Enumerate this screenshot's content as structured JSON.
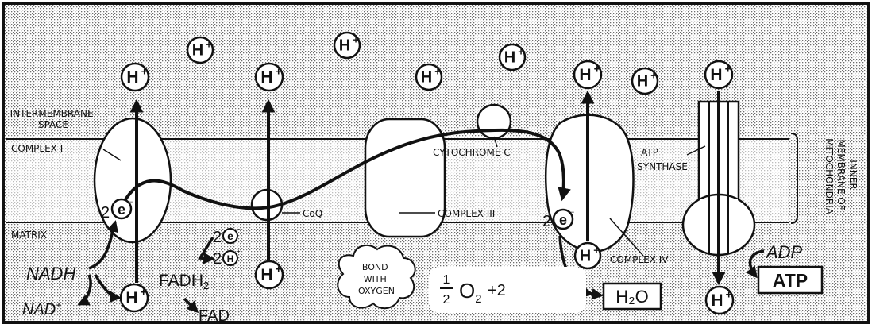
{
  "labels": {
    "intermembrane": [
      "INTERMEMBRANE",
      "SPACE"
    ],
    "complex1": "COMPLEX I",
    "matrix": "MATRIX",
    "coq": "CoQ",
    "cytochrome_c": "CYTOCHROME C",
    "complex3": "COMPLEX III",
    "complex4": "COMPLEX IV",
    "atp_synthase": [
      "ATP",
      "SYNTHASE"
    ],
    "inner_membrane": [
      "INNER",
      "MEMBRANE OF",
      "MITOCHONDRIA"
    ],
    "nadh": "NADH",
    "nad_plus": "NAD",
    "nad_plus_sup": "+",
    "fadh2": "FADH",
    "fadh2_sub": "2",
    "fad": "FAD",
    "two_e_fadh": "2",
    "two_h_fadh": "2",
    "two_e_c1": "2",
    "two_e_c4": "2",
    "bond_with_oxygen": [
      "BOND",
      "WITH",
      "OXYGEN"
    ],
    "half_num": "1",
    "half_den": "2",
    "o2": "O",
    "o2_sub": "2",
    "plus_two": "+2",
    "h2o": "H₂O",
    "adp": "ADP",
    "atp": "ATP",
    "electron_symbol": "e",
    "electron_sup": "−"
  },
  "proton": {
    "H": "H",
    "plus": "+"
  }
}
